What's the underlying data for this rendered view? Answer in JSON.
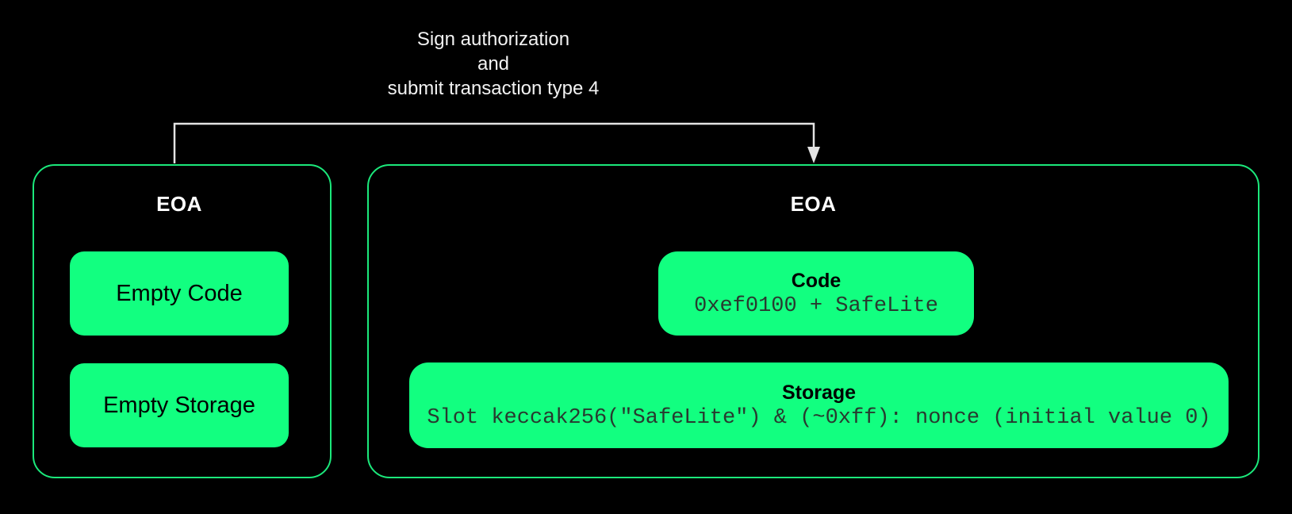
{
  "colors": {
    "background": "#000000",
    "accent_green": "#12FF80",
    "outline_green": "#1BE87B",
    "pill_text": "#000000",
    "mono_text": "#283A2F",
    "arrow": "#E3E3E3",
    "title_text": "#F2F2F2"
  },
  "arrow_label": {
    "line1": "Sign authorization",
    "line2": "and",
    "line3": "submit transaction type 4"
  },
  "eoa_before": {
    "title": "EOA",
    "items": [
      {
        "label": "Empty Code"
      },
      {
        "label": "Empty Storage"
      }
    ]
  },
  "eoa_after": {
    "title": "EOA",
    "code": {
      "title": "Code",
      "value": "0xef0100 + SafeLite"
    },
    "storage": {
      "title": "Storage",
      "value": "Slot keccak256(\"SafeLite\") & (~0xff): nonce (initial value 0)"
    }
  }
}
